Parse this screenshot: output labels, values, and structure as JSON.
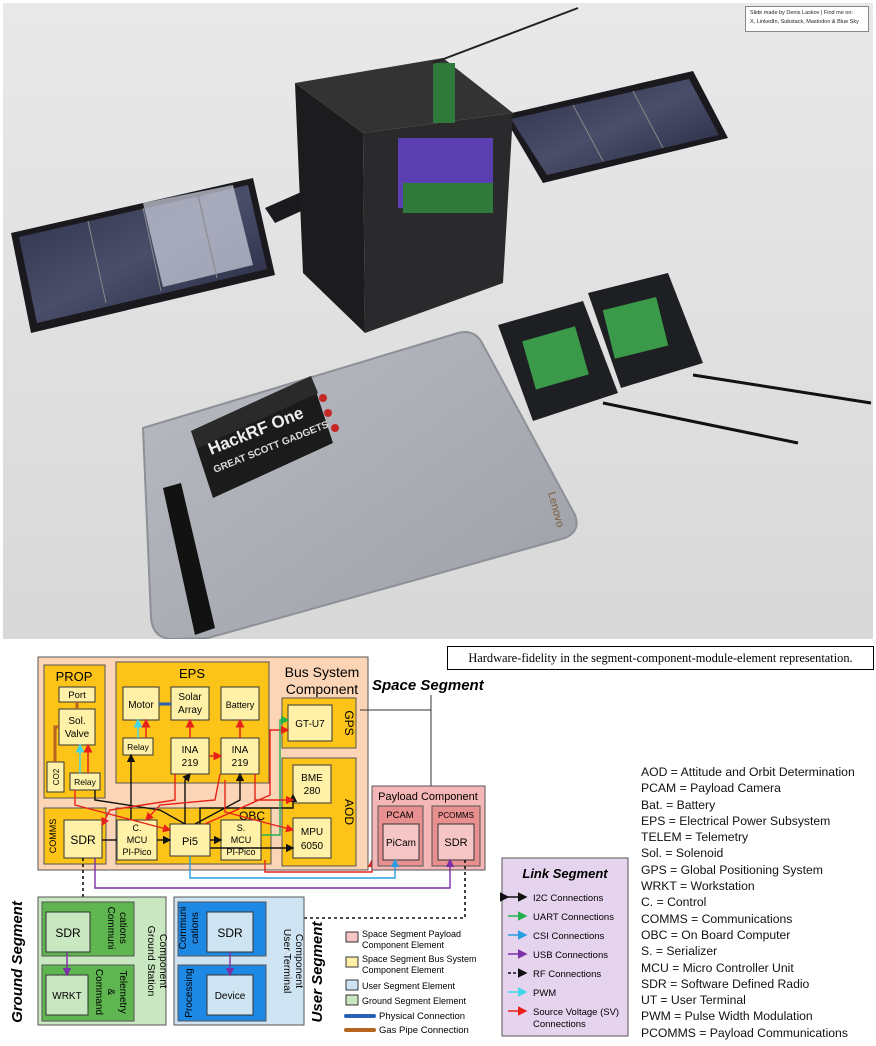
{
  "credit": {
    "line1": "Slide made by Denis Laskov | Find me on:",
    "line2": "X, LinkedIn, Substack, Mastodon & Blue Sky"
  },
  "photo_labels": {
    "hackrf_line1": "HackRF One",
    "hackrf_line2": "GREAT SCOTT GADGETS",
    "laptop_brand": "Lenovo"
  },
  "caption": "Hardware-fidelity in the segment-component-module-element representation.",
  "diagram": {
    "space_segment": "Space Segment",
    "ground_segment": "Ground Segment",
    "user_segment": "User Segment",
    "bus_system_component": [
      "Bus System",
      "Component"
    ],
    "prop": "PROP",
    "eps": "EPS",
    "gps": "GPS",
    "aod": "AOD",
    "obc": "OBC",
    "comms": "COMMS",
    "port": "Port",
    "sol_valve": [
      "Sol.",
      "Valve"
    ],
    "co2": "CO2",
    "relay": "Relay",
    "motor": "Motor",
    "solar_array": [
      "Solar",
      "Array"
    ],
    "battery": "Battery",
    "ina219": [
      "INA",
      "219"
    ],
    "gt_u7": "GT-U7",
    "bme280": [
      "BME",
      "280"
    ],
    "mpu6050": [
      "MPU",
      "6050"
    ],
    "sdr": "SDR",
    "c_mcu": [
      "C.",
      "MCU",
      "PI-Pico"
    ],
    "pi5": "Pi5",
    "s_mcu": [
      "S.",
      "MCU",
      "PI-Pico"
    ],
    "payload_component": "Payload Component",
    "pcam": "PCAM",
    "pcomms": "PCOMMS",
    "picam": "PiCam",
    "communications": [
      "Communi",
      "cations"
    ],
    "command_telemetry": [
      "Command",
      "&",
      "Telemetry"
    ],
    "wrkt": "WRKT",
    "ground_station_component": [
      "Ground Station",
      "Component"
    ],
    "processing": "Processing",
    "device": "Device",
    "user_terminal_component": [
      "User Terminal",
      "Component"
    ]
  },
  "link_segment": {
    "title": "Link Segment",
    "items": [
      {
        "label": "I2C Connections",
        "color": "#111111"
      },
      {
        "label": "UART Connections",
        "color": "#22b14c"
      },
      {
        "label": "CSI Connections",
        "color": "#2a9de0"
      },
      {
        "label": "USB Connections",
        "color": "#7b2fa8"
      },
      {
        "label": "RF Connections",
        "color": "#111111"
      },
      {
        "label": "PWM",
        "color": "#3fd7e8"
      },
      {
        "label": "Source Voltage (SV)",
        "label2": "Connections",
        "color": "#e8221b"
      }
    ]
  },
  "element_legend": [
    {
      "label": "Space Segment Payload",
      "label2": "Component Element",
      "color": "#f6c6c6"
    },
    {
      "label": "Space Segment Bus System",
      "label2": "Component Element",
      "color": "#fff2a8"
    },
    {
      "label": "User Segment Element",
      "color": "#cfe4f2"
    },
    {
      "label": "Ground Segment Element",
      "color": "#c9e7c0"
    },
    {
      "label": "Physical Connection",
      "color": "#2b5fb5"
    },
    {
      "label": "Gas Pipe Connection",
      "color": "#b5651d"
    }
  ],
  "abbreviations": [
    "AOD = Attitude and Orbit Determination",
    "PCAM = Payload Camera",
    "Bat. = Battery",
    "EPS = Electrical Power Subsystem",
    "TELEM = Telemetry",
    "Sol. = Solenoid",
    "GPS = Global Positioning System",
    "WRKT = Workstation",
    "C. = Control",
    "COMMS = Communications",
    "OBC = On Board Computer",
    "S. = Serializer",
    "MCU = Micro Controller Unit",
    "SDR = Software Defined Radio",
    "UT = User Terminal",
    "PWM = Pulse Width Modulation",
    "PCOMMS = Payload Communications"
  ],
  "colors": {
    "bus_bg": "#fbd5b5",
    "subsystem_bg": "#fcc419",
    "element_bg": "#fff2a8",
    "payload_bg": "#f4b6b6",
    "ground_bg": "#c9e7c0",
    "user_bg": "#cfe4f2",
    "user_module_bg": "#1e88e5",
    "link_bg": "#e6d3ee"
  }
}
